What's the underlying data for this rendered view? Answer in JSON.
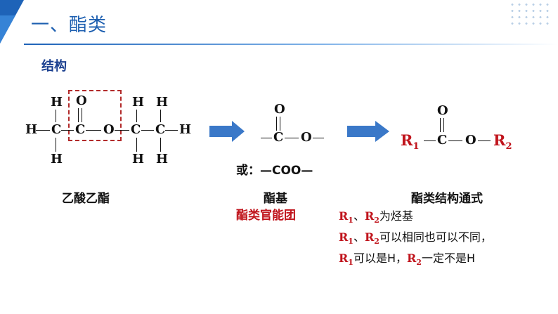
{
  "header": {
    "title": "一、酯类"
  },
  "section_title": "结构",
  "ethyl_acetate": {
    "atoms": {
      "H": "H",
      "C": "C",
      "O": "O"
    },
    "name": "乙酸乙酯"
  },
  "ester_group": {
    "or_text": "或：—COO—",
    "name": "酯基",
    "functional_group_label": "酯类官能团"
  },
  "general_formula": {
    "r1": "R",
    "r1_sub": "1",
    "r2": "R",
    "r2_sub": "2",
    "name": "酯类结构通式"
  },
  "notes": {
    "line1": {
      "r1": "R",
      "s1": "1",
      "sep": "、",
      "r2": "R",
      "s2": "2",
      "text": "为烃基"
    },
    "line2": {
      "r1": "R",
      "s1": "1",
      "sep": "、",
      "r2": "R",
      "s2": "2",
      "text": "可以相同也可以不同，"
    },
    "line3": {
      "r1": "R",
      "s1": "1",
      "text1": "可以是H，",
      "r2": "R",
      "s2": "2",
      "text2": "一定不是H"
    }
  },
  "colors": {
    "accent": "#1e63b8",
    "highlight": "#c0141c",
    "arrow": "#3a78c8"
  }
}
